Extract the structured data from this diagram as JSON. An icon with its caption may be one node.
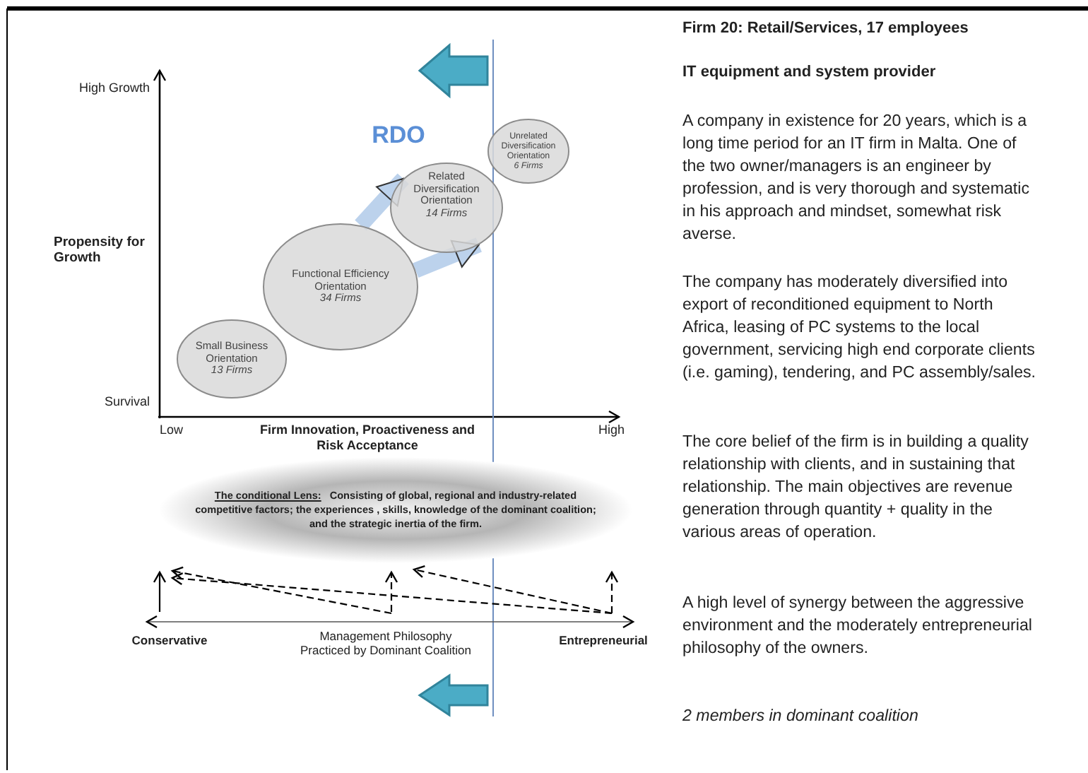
{
  "diagram": {
    "nodes": [
      {
        "text": [
          "Small Business Orientation",
          "13 Firms"
        ]
      },
      {
        "text": [
          "Functional Efficiency Orientation",
          "34 Firms"
        ]
      },
      {
        "text": [
          "Related Diversification Orientation",
          "14 Firms"
        ]
      },
      {
        "text": [
          "Unrelated Diversification Orientation",
          "6 Firms"
        ]
      },
      {
        "text": [
          "The conditional Lens:",
          "Consisting of global, regional and industry-related competitive factors; the experiences , skills, knowledge of the dominant coalition; and the strategic inertia of the firm."
        ]
      }
    ],
    "edges": [
      {
        "from": 1,
        "to": 2,
        "arrow": "to"
      },
      {
        "from": 1,
        "to": 2,
        "arrow": "to"
      }
    ],
    "labels": [
      "High Growth",
      "Propensity for Growth",
      "Survival",
      "Low",
      "Firm Innovation, Proactiveness and Risk Acceptance",
      "High",
      "RDO",
      "Conservative",
      "Management Philosophy Practiced by Dominant Coalition",
      "Entrepreneurial",
      "Firm 20: Retail/Services, 17 employees",
      "IT equipment and system provider",
      "A company in existence for 20 years, which is a long time period for an IT firm in Malta. One of the two owner/managers is an engineer by profession, and is very thorough and systematic in his approach and mindset, somewhat risk averse.",
      "The company has moderately diversified into export of reconditioned equipment to North Africa, leasing of PC systems to the local government, servicing high end corporate clients (i.e. gaming), tendering, and PC assembly/sales.",
      "The core belief of the firm is in building a quality relationship with clients, and in sustaining that relationship. The main objectives are revenue generation through quantity + quality in the various areas of operation.",
      "A high level of synergy between the aggressive environment and the moderately entrepreneurial philosophy of the owners.",
      "2 members in dominant coalition"
    ]
  }
}
